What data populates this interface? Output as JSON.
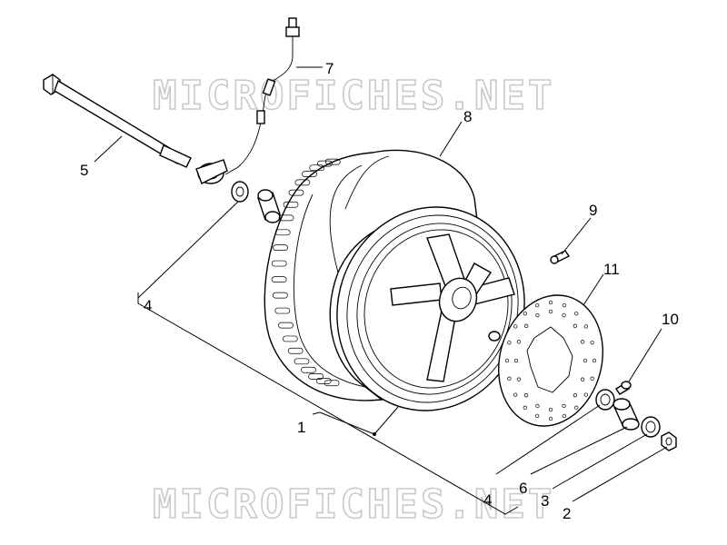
{
  "watermark": {
    "top": "MICROFICHES.NET",
    "bottom": "MICROFICHES.NET"
  },
  "callouts": {
    "n1": "1",
    "n2": "2",
    "n3": "3",
    "n4a": "4",
    "n4b": "4",
    "n5": "5",
    "n6": "6",
    "n7": "7",
    "n8": "8",
    "n9": "9",
    "n10": "10",
    "n11": "11"
  }
}
